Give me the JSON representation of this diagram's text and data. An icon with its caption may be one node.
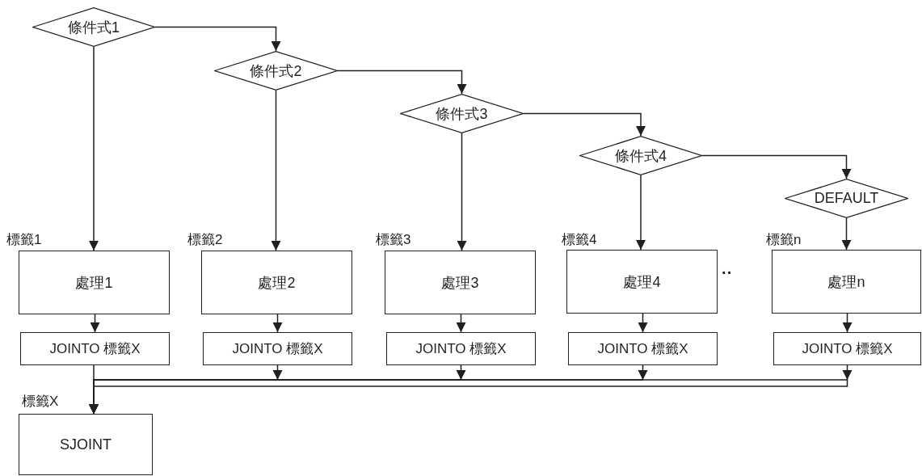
{
  "diagram": {
    "nodes": [
      {
        "text": [
          "條件式1"
        ]
      },
      {
        "text": [
          "條件式2"
        ]
      },
      {
        "text": [
          "條件式3"
        ]
      },
      {
        "text": [
          "條件式4"
        ]
      },
      {
        "text": [
          "DEFAULT"
        ]
      },
      {
        "text": [
          "處理1"
        ],
        "beside": [
          "標籤1"
        ]
      },
      {
        "text": [
          "處理2"
        ],
        "beside": [
          "標籤2"
        ]
      },
      {
        "text": [
          "處理3"
        ],
        "beside": [
          "標籤3"
        ]
      },
      {
        "text": [
          "處理4"
        ],
        "beside": [
          "標籤4"
        ]
      },
      {
        "text": [
          "處理n"
        ],
        "beside": [
          "標籤n"
        ]
      },
      {
        "text": [
          "JOINTO 標籤X"
        ]
      },
      {
        "text": [
          "JOINTO 標籤X"
        ]
      },
      {
        "text": [
          "JOINTO 標籤X"
        ]
      },
      {
        "text": [
          "JOINTO 標籤X"
        ]
      },
      {
        "text": [
          "JOINTO 標籤X"
        ]
      },
      {
        "text": [
          "SJOINT"
        ],
        "beside": [
          "標籤X"
        ]
      }
    ],
    "edges": [
      {
        "from": 0,
        "to": 1,
        "arrow": "to"
      },
      {
        "from": 1,
        "to": 2,
        "arrow": "to"
      },
      {
        "from": 2,
        "to": 3,
        "arrow": "to"
      },
      {
        "from": 3,
        "to": 4,
        "arrow": "to"
      },
      {
        "from": 0,
        "to": 5,
        "arrow": "to"
      },
      {
        "from": 1,
        "to": 6,
        "arrow": "to"
      },
      {
        "from": 2,
        "to": 7,
        "arrow": "to"
      },
      {
        "from": 3,
        "to": 8,
        "arrow": "to"
      },
      {
        "from": 4,
        "to": 9,
        "arrow": "to"
      },
      {
        "from": 5,
        "to": 10,
        "arrow": "to"
      },
      {
        "from": 6,
        "to": 11,
        "arrow": "to"
      },
      {
        "from": 7,
        "to": 12,
        "arrow": "to"
      },
      {
        "from": 8,
        "to": 13,
        "arrow": "to"
      },
      {
        "from": 9,
        "to": 14,
        "arrow": "to"
      },
      {
        "from": 10,
        "to": 15,
        "arrow": "to"
      },
      {
        "from": 11,
        "to": 15,
        "arrow": "to"
      },
      {
        "from": 12,
        "to": 15,
        "arrow": "to"
      },
      {
        "from": 13,
        "to": 15,
        "arrow": "to"
      },
      {
        "from": 14,
        "to": 15,
        "arrow": "to"
      }
    ],
    "labels": [
      "··"
    ]
  }
}
